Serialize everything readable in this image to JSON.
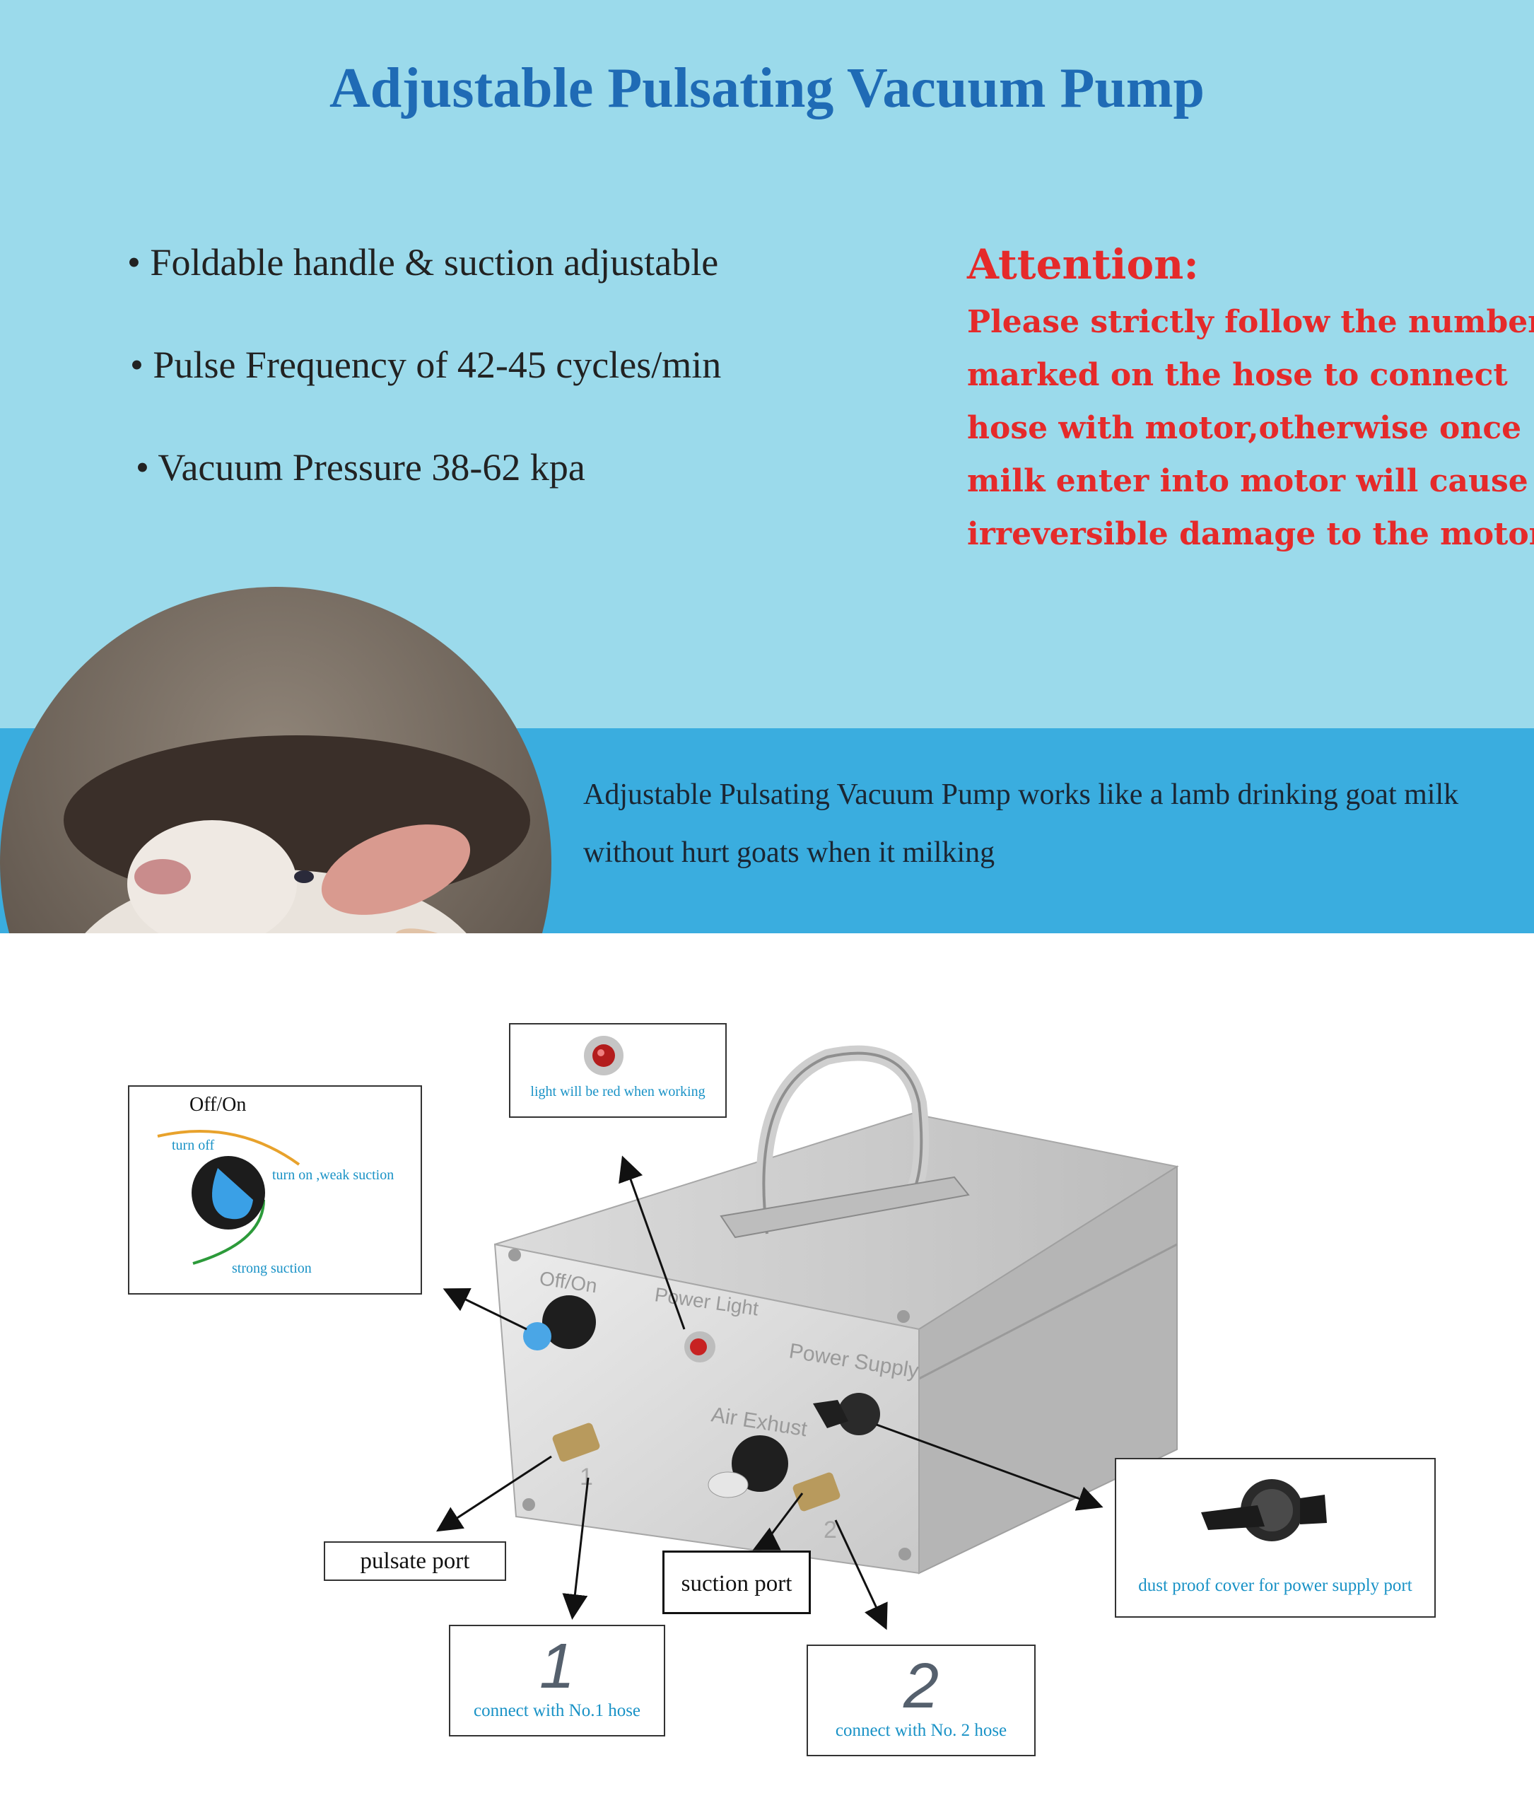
{
  "title": "Adjustable Pulsating Vacuum Pump",
  "features": [
    "• Foldable handle & suction adjustable",
    "• Pulse Frequency of 42-45 cycles/min",
    "•  Vacuum Pressure 38-62 kpa"
  ],
  "attention": {
    "heading": "Attention:",
    "lines": [
      "Please strictly follow the number",
      "marked on the hose to connect",
      "hose with motor,otherwise once",
      "milk enter into motor will cause",
      "irreversible damage to the motor."
    ]
  },
  "band_text": [
    "Adjustable Pulsating Vacuum Pump works like a lamb drinking goat milk",
    "without hurt goats when it milking"
  ],
  "callouts": {
    "power_light": "light will be red when working",
    "off_on": "Off/On",
    "turn_off": "turn off",
    "turn_on": "turn on ,weak suction",
    "strong": "strong suction",
    "pulsate": "pulsate port",
    "suction": "suction port",
    "hose1_num": "1",
    "hose1": "connect with No.1 hose",
    "hose2_num": "2",
    "hose2": "connect with No. 2 hose",
    "dust": "dust proof cover for power supply port"
  },
  "device": {
    "off_on": "Off/On",
    "power_light": "Power Light",
    "power_supply": "Power Supply",
    "air_exhaust": "Air Exhust",
    "port1": "1",
    "port2": "2"
  },
  "colors": {
    "banner": "#9bdaeb",
    "band": "#3aaddf",
    "title": "#1f6bb5",
    "attention": "#e52a2a",
    "callout": "#1992c6"
  }
}
